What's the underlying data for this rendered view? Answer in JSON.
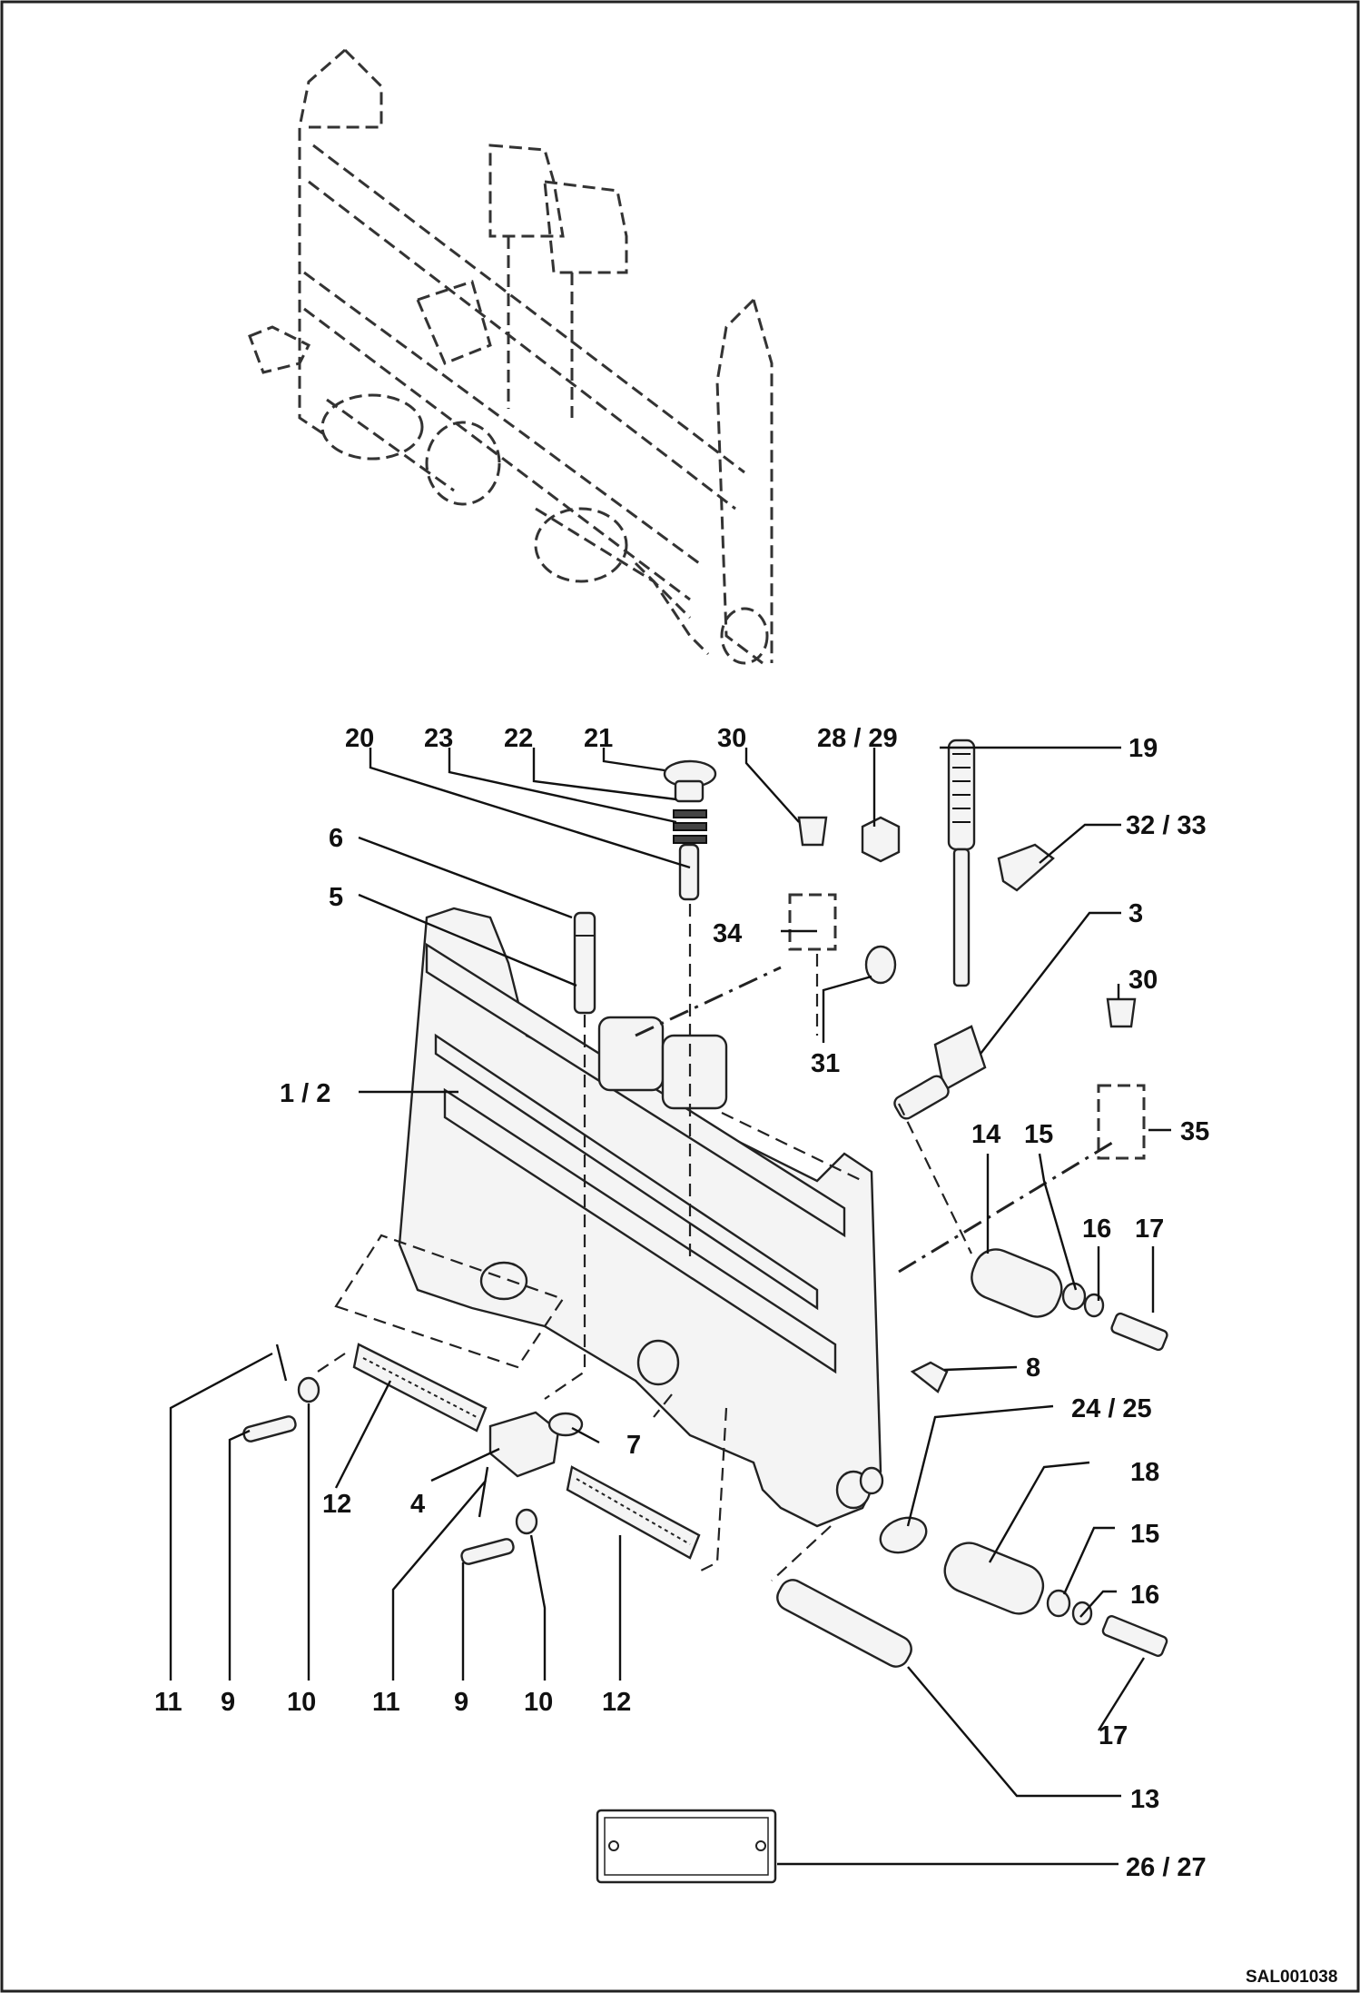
{
  "drawing_code": "SAL001038",
  "callouts": {
    "c20": "20",
    "c23": "23",
    "c22": "22",
    "c21": "21",
    "c30_top": "30",
    "c28_29": "28  / 29",
    "c19": "19",
    "c32_33": "32  / 33",
    "c6": "6",
    "c5": "5",
    "c3": "3",
    "c34": "34",
    "c30_right": "30",
    "c31": "31",
    "c1_2": "1  / 2",
    "c35": "35",
    "c14": "14",
    "c15_a": "15",
    "c16_a": "16",
    "c17_a": "17",
    "c8": "8",
    "c24_25": "24  / 25",
    "c7": "7",
    "c4": "4",
    "c12_a": "12",
    "c18": "18",
    "c15_b": "15",
    "c16_b": "16",
    "c17_b": "17",
    "c13": "13",
    "c26_27": "26  / 27",
    "b11_a": "11",
    "b9_a": "9",
    "b10_a": "10",
    "b11_b": "11",
    "b9_b": "9",
    "b10_b": "10",
    "b12_b": "12"
  }
}
